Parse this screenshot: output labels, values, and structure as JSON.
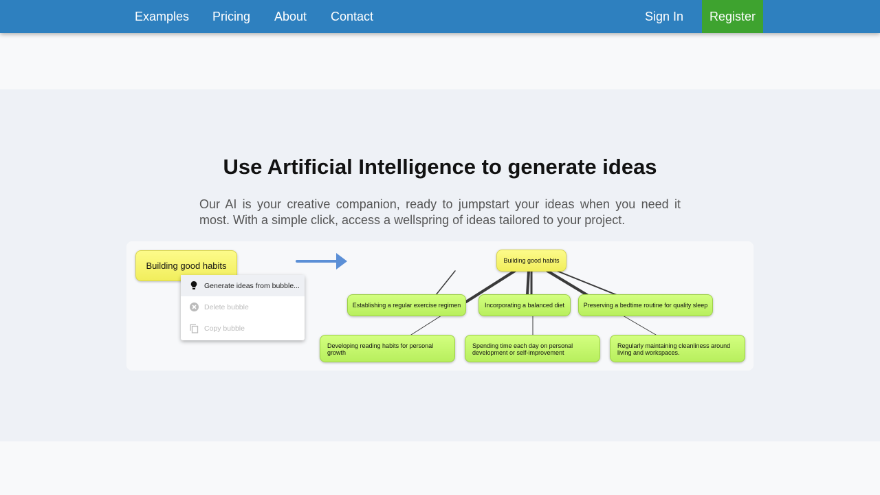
{
  "nav": {
    "links": [
      "Examples",
      "Pricing",
      "About",
      "Contact"
    ],
    "sign_in": "Sign In",
    "register": "Register",
    "colors": {
      "bar": "#2e80bf",
      "register": "#3ea32f"
    }
  },
  "hero": {
    "title": "Use Artificial Intelligence to generate ideas",
    "subtitle": "Our AI is your creative companion, ready to jumpstart your ideas when you need it most. With a simple click, access a wellspring of ideas tailored to your project."
  },
  "demo": {
    "source_bubble": "Building good habits",
    "context_menu": [
      {
        "label": "Generate ideas from bubble...",
        "icon": "lightbulb-icon",
        "enabled": true
      },
      {
        "label": "Delete bubble",
        "icon": "delete-circle-icon",
        "enabled": false
      },
      {
        "label": "Copy bubble",
        "icon": "copy-icon",
        "enabled": false
      }
    ],
    "map": {
      "root": "Building good habits",
      "children": [
        "Establishing a regular exercise regimen",
        "Incorporating a balanced diet",
        "Preserving a bedtime routine for quality sleep",
        "Developing reading habits for personal growth",
        "Spending time each day on personal development or self-improvement",
        "Regularly maintaining cleanliness around living and workspaces."
      ]
    }
  }
}
